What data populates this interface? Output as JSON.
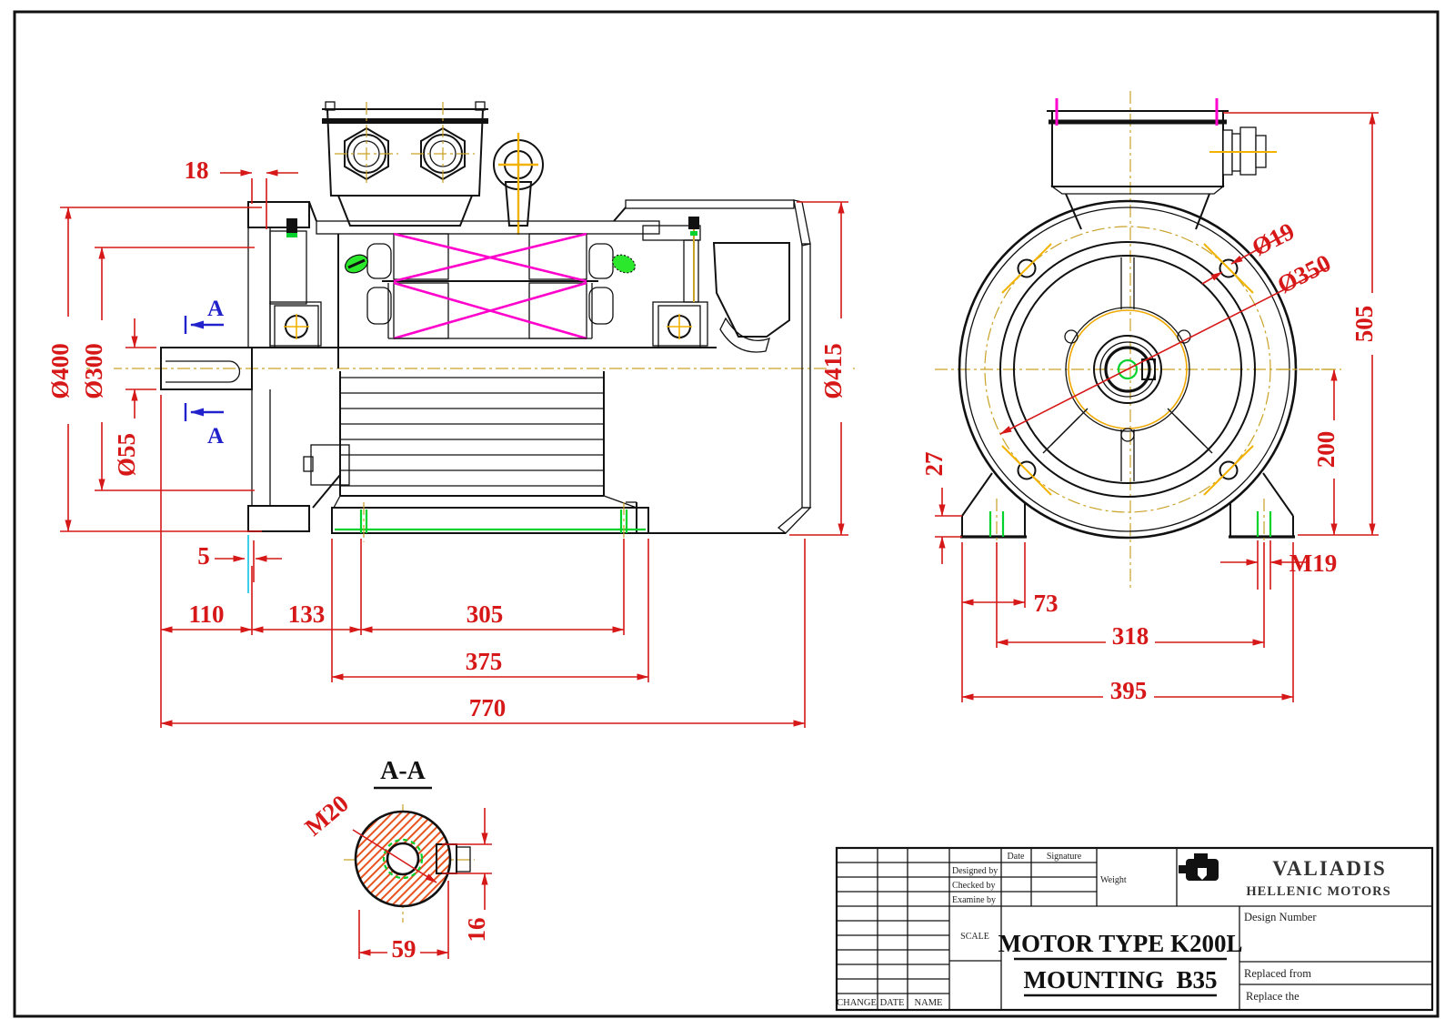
{
  "drawing": {
    "type": "mechanical-engineering-drawing",
    "colors": {
      "dimension_red": "#d61818",
      "hatch_orange": "#e8541e",
      "winding_magenta": "#ff00cc",
      "green": "#00d22d",
      "centerline_olive": "#c9a227",
      "section_blue": "#2222cc",
      "cyan": "#29c8e8",
      "black": "#111111"
    }
  },
  "side": {
    "d18": "18",
    "d400": "Ø400",
    "d300": "Ø300",
    "d55": "Ø55",
    "d5": "5",
    "d110": "110",
    "d133": "133",
    "d305": "305",
    "d375": "375",
    "d770": "770",
    "d415": "Ø415",
    "marker": "A"
  },
  "front": {
    "d19": "Ø19",
    "d350": "Ø350",
    "d505": "505",
    "d200": "200",
    "d27": "27",
    "m19": "M19",
    "d73": "73",
    "d318": "318",
    "d395": "395"
  },
  "aa": {
    "title": "A-A",
    "m20": "M20",
    "d59": "59",
    "d16": "16"
  },
  "tb": {
    "date": "Date",
    "signature": "Signature",
    "designed": "Designed by",
    "checked": "Checked by",
    "examine": "Examine by",
    "weight": "Weight",
    "scale": "SCALE",
    "change": "CHANGE",
    "date2": "DATE",
    "name2": "NAME",
    "company": "VALIADIS",
    "company2": "HELLENIC MOTORS",
    "design_number": "Design Number",
    "title1": "MOTOR TYPE K200L",
    "title2": "MOUNTING  B35",
    "replaced": "Replaced from",
    "replace": "Replace the"
  }
}
